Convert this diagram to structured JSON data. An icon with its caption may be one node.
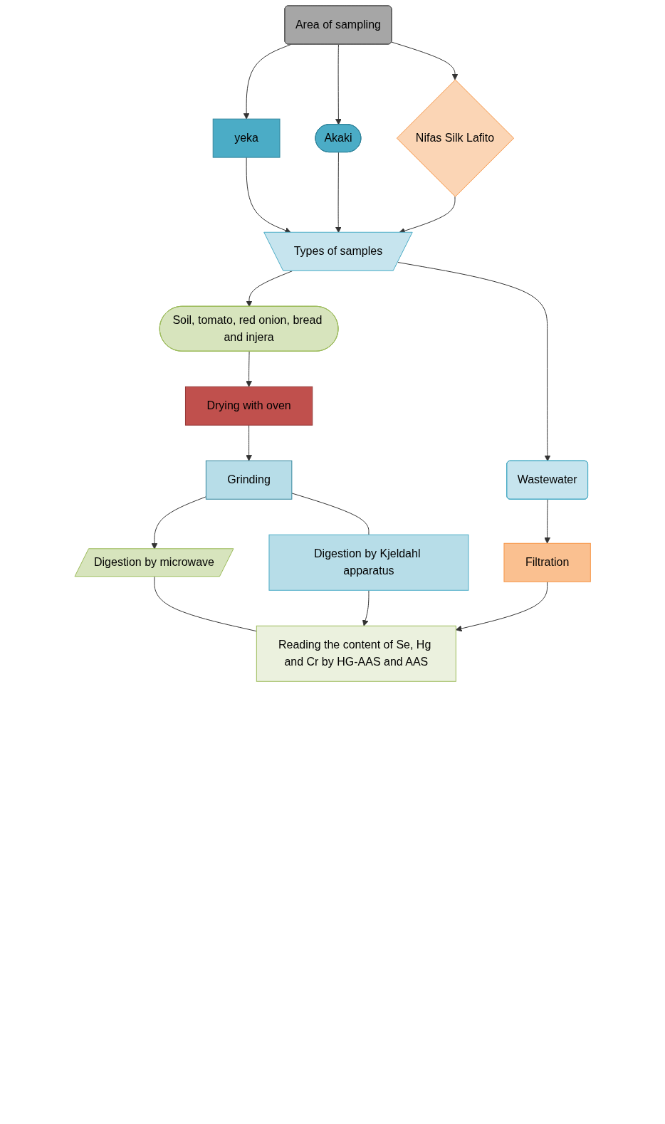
{
  "diagram": {
    "nodes": [
      {
        "text": [
          "Area of sampling"
        ]
      },
      {
        "text": [
          "yeka"
        ]
      },
      {
        "text": [
          "Akaki"
        ]
      },
      {
        "text": [
          "Nifas Silk Lafito"
        ]
      },
      {
        "text": [
          "Types of samples"
        ]
      },
      {
        "text": [
          "Soil, tomato, red onion, bread and injera"
        ]
      },
      {
        "text": [
          "Wastewater"
        ]
      },
      {
        "text": [
          "Drying with oven"
        ]
      },
      {
        "text": [
          "Grinding"
        ]
      },
      {
        "text": [
          "Digestion by microwave"
        ]
      },
      {
        "text": [
          "Digestion by Kjeldahl apparatus"
        ]
      },
      {
        "text": [
          "Filtration"
        ]
      },
      {
        "text": [
          "Reading the content of Se, Hg and Cr by HG-AAS and AAS"
        ]
      }
    ],
    "edges": [
      {
        "from": 0,
        "to": 1,
        "arrow": "to"
      },
      {
        "from": 0,
        "to": 2,
        "arrow": "to"
      },
      {
        "from": 0,
        "to": 3,
        "arrow": "to"
      },
      {
        "from": 1,
        "to": 4,
        "arrow": "to"
      },
      {
        "from": 2,
        "to": 4,
        "arrow": "to"
      },
      {
        "from": 3,
        "to": 4,
        "arrow": "to"
      },
      {
        "from": 4,
        "to": 5,
        "arrow": "to"
      },
      {
        "from": 4,
        "to": 6,
        "arrow": "to"
      },
      {
        "from": 5,
        "to": 7,
        "arrow": "to"
      },
      {
        "from": 7,
        "to": 8,
        "arrow": "to"
      },
      {
        "from": 8,
        "to": 9,
        "arrow": "to"
      },
      {
        "from": 8,
        "to": 10,
        "arrow": "none"
      },
      {
        "from": 6,
        "to": 11,
        "arrow": "to"
      },
      {
        "from": 9,
        "to": 12,
        "arrow": "none"
      },
      {
        "from": 10,
        "to": 12,
        "arrow": "to"
      },
      {
        "from": 11,
        "to": 12,
        "arrow": "to"
      }
    ]
  }
}
